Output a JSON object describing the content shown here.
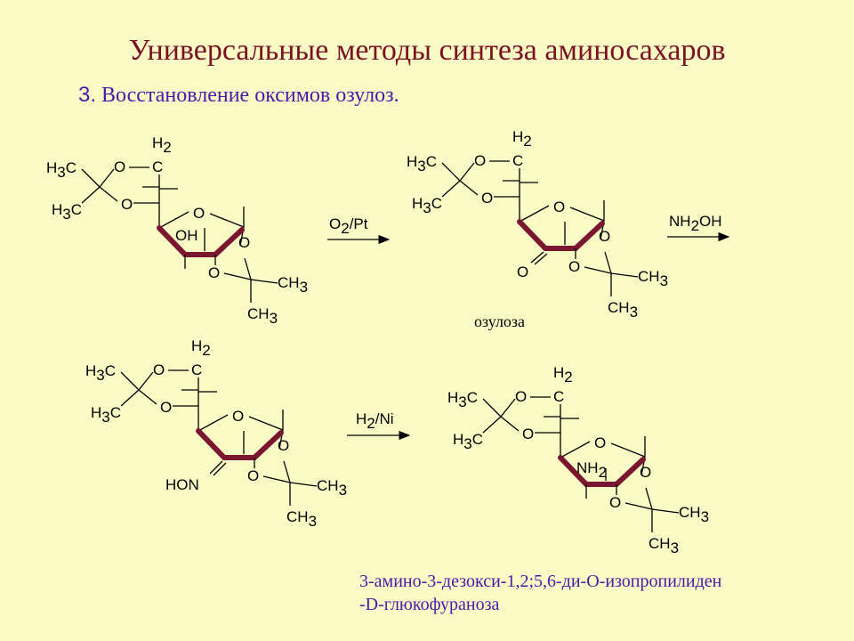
{
  "title": "Универсальные методы синтеза аминосахаров",
  "subtitle": {
    "number": "3.",
    "text": "Восстановление оксимов озулоз."
  },
  "atoms": {
    "h": "H",
    "c": "C",
    "o": "O",
    "n": "N",
    "ho": "HO",
    "two": "2",
    "three": "3",
    "oh": "OH"
  },
  "reagents": [
    {
      "text": "O",
      "sub": "2",
      "rest": "/Pt"
    },
    {
      "text": "NH",
      "sub": "2",
      "rest": "OH"
    },
    {
      "text": "H",
      "sub": "2",
      "rest": "/Ni"
    }
  ],
  "ozulose_label": "озулоза",
  "caption": {
    "line1": "3-амино-3-дезокси-1,2;5,6-ди-О-изопропилиден",
    "line2": "-D-глюкофураноза"
  }
}
